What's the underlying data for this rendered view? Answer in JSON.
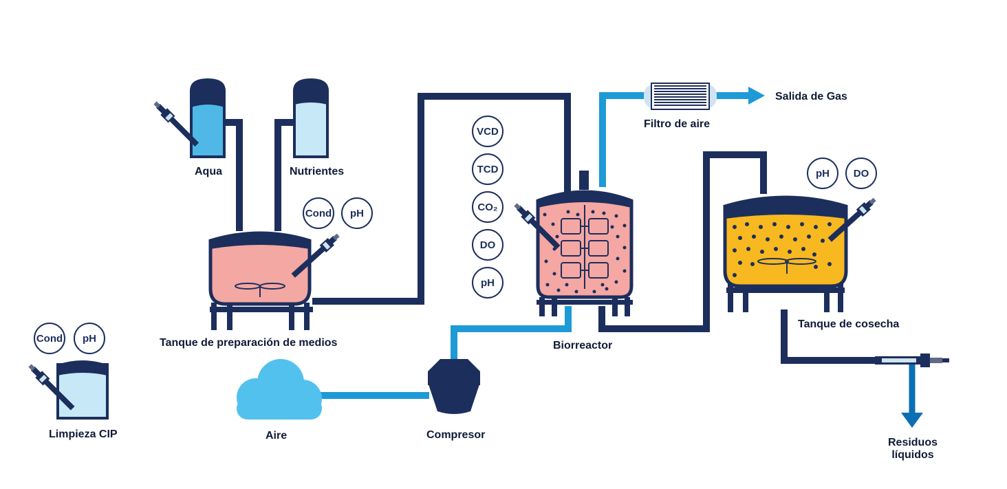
{
  "colors": {
    "navy": "#1c2e5c",
    "light_blue_pipe": "#1e9ad6",
    "air_blue": "#52c1ee",
    "water_blue": "#4fb8e6",
    "nutrient_blue": "#c6e8f7",
    "media_pink": "#f3a8a3",
    "reactor_pink": "#f4a7a3",
    "harvest_yellow": "#f8b820",
    "waste_blue": "#0b6fb3"
  },
  "labels": {
    "aqua": "Aqua",
    "nutrientes": "Nutrientes",
    "media_tank": "Tanque de preparación de medios",
    "biorreactor": "Biorreactor",
    "filtro": "Filtro de aire",
    "salida": "Salida de Gas",
    "harvest_tank": "Tanque de cosecha",
    "cip": "Limpieza CIP",
    "aire": "Aire",
    "compresor": "Compresor",
    "residuos_line1": "Residuos",
    "residuos_line2": "líquidos"
  },
  "sensors": {
    "media_tank": [
      "Cond",
      "pH"
    ],
    "bioreactor": [
      "VCD",
      "TCD",
      "CO₂",
      "DO",
      "pH"
    ],
    "harvest_tank": [
      "pH",
      "DO"
    ],
    "cip": [
      "Cond",
      "pH"
    ]
  }
}
